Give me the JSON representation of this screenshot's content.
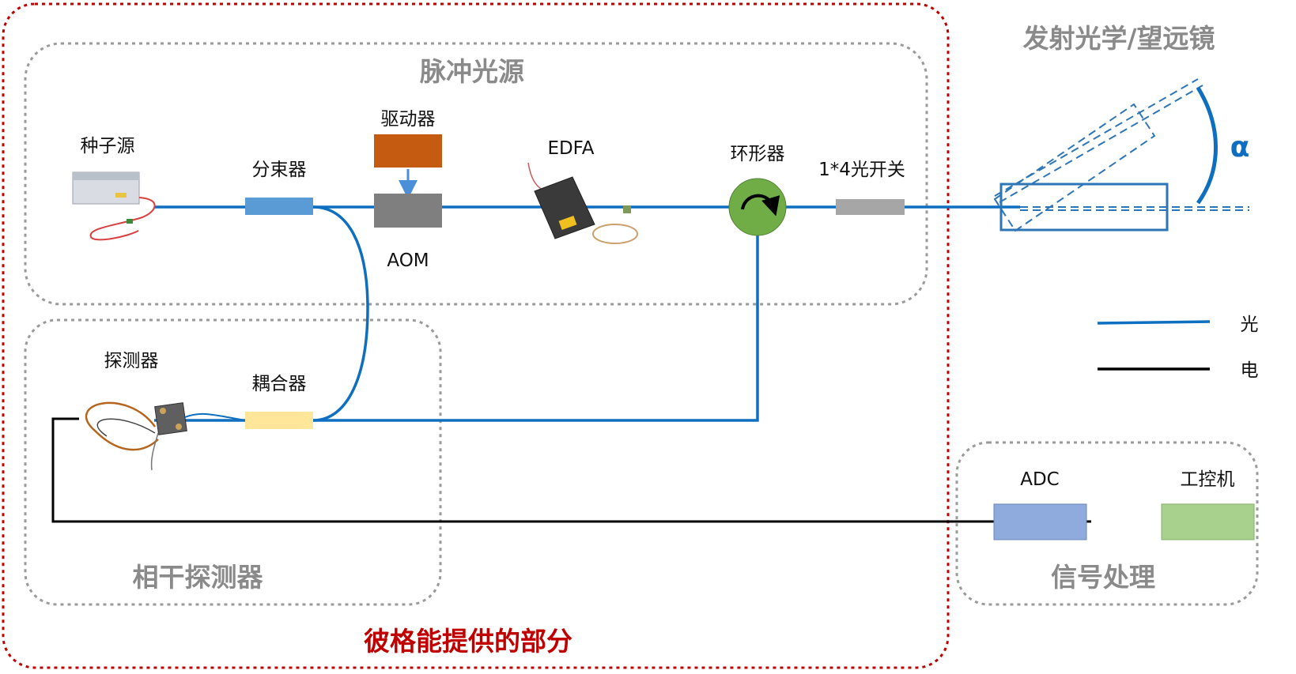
{
  "regions": {
    "provided": "彼格能提供的部分",
    "pulse_source": "脉冲光源",
    "coherent_detector": "相干探测器",
    "signal_processing": "信号处理",
    "telescope": "发射光学/望远镜"
  },
  "components": {
    "seed": "种子源",
    "splitter": "分束器",
    "driver": "驱动器",
    "aom": "AOM",
    "edfa": "EDFA",
    "circulator": "环形器",
    "switch": "1*4光开关",
    "detector": "探测器",
    "coupler": "耦合器",
    "adc": "ADC",
    "ipc": "工控机"
  },
  "angle_label": "α",
  "legend": {
    "light": "光",
    "electric": "电"
  },
  "colors": {
    "fiber": "#0e6fc1",
    "electric": "#000000",
    "region_red": "#c00000",
    "region_gray": "#9a9a9a",
    "splitter": "#5b9bd5",
    "driver": "#c55a11",
    "aom": "#7f7f7f",
    "circulator": "#70ad47",
    "switch": "#a6a6a6",
    "coupler": "#ffe699",
    "adc": "#8faadc",
    "ipc": "#a9d18e",
    "telescope": "#2e75b6"
  }
}
